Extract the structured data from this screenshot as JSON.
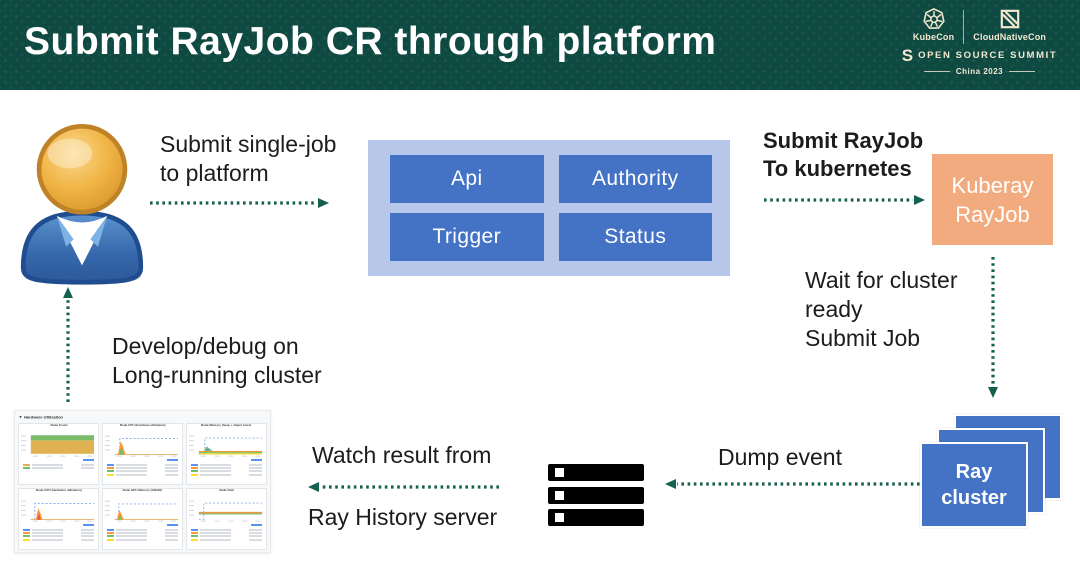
{
  "colors": {
    "header_bg": "#0e4a41",
    "arrow_teal": "#16604f",
    "module_blue": "#4472c4",
    "platform_bg": "#b6c7e9",
    "kuberay_orange": "#f2ab7e",
    "cluster_blue": "#4472c4",
    "logo_cream": "#f2e8d2",
    "ink": "#1c1c1c"
  },
  "header": {
    "title": "Submit RayJob CR through platform",
    "logos": {
      "kubecon": "KubeCon",
      "cloudnativecon": "CloudNativeCon",
      "summit": "OPEN SOURCE SUMMIT",
      "summit_mark": "S",
      "edition": "China 2023"
    }
  },
  "diagram": {
    "labels": {
      "submit_single_job": "Submit single-job\nto platform",
      "submit_rayjob": "Submit RayJob\nTo kubernetes",
      "wait_cluster": "Wait for cluster\nready\nSubmit Job",
      "dump_event": "Dump event",
      "watch_result_line1": "Watch result from",
      "watch_result_line2": "Ray History server",
      "develop_debug": "Develop/debug on\nLong-running cluster"
    },
    "platform": {
      "modules": [
        "Api",
        "Authority",
        "Trigger",
        "Status"
      ]
    },
    "kuberay_box": "Kuberay\nRayJob",
    "ray_cluster_box": "Ray\ncluster"
  },
  "dashboard": {
    "section_title": "Hardware Utilization",
    "panels": [
      {
        "title": "Node Count"
      },
      {
        "title": "Node CPU (hardware utilization)"
      },
      {
        "title": "Node Memory (heap + object store)"
      },
      {
        "title": "Node GPU (hardware utilization)"
      },
      {
        "title": "Node GPU Memory (GRAM)"
      },
      {
        "title": "Node Disk"
      }
    ]
  }
}
